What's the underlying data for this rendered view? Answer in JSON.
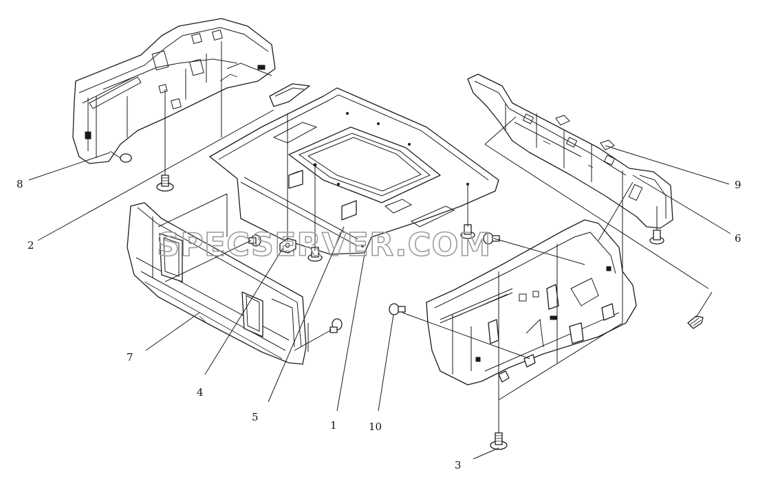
{
  "watermark": "SPECSERVER.COM",
  "callouts": {
    "c1": "1",
    "c2": "2",
    "c3": "3",
    "c4": "4",
    "c5": "5",
    "c6": "6",
    "c7": "7",
    "c8": "8",
    "c9": "9",
    "c10": "10"
  },
  "colors": {
    "line": "#1a1a1a",
    "background": "#ffffff",
    "watermark": "#9a9a9a"
  }
}
